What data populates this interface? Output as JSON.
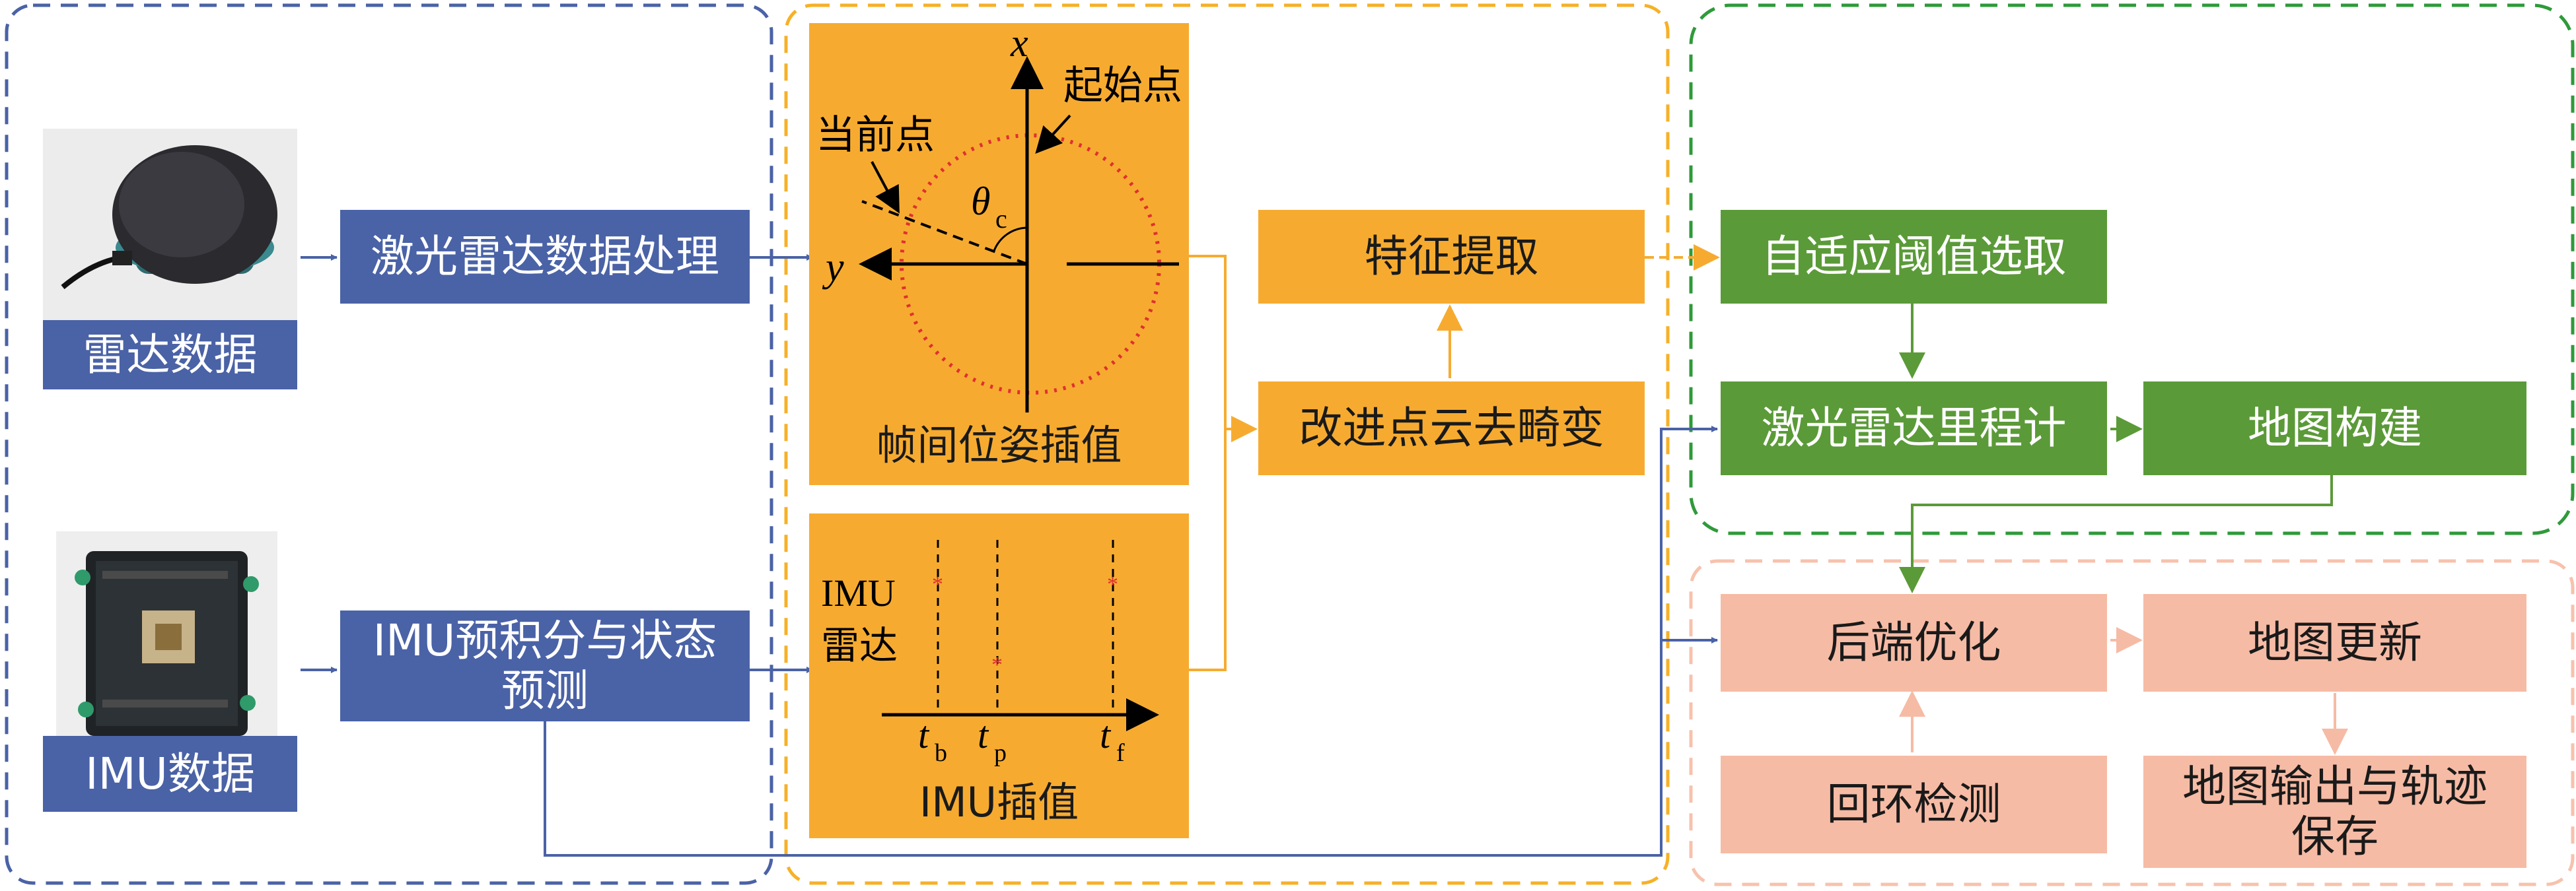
{
  "nodes": {
    "radar_data": "雷达数据",
    "imu_data": "IMU数据",
    "lidar_proc": "激光雷达数据处理",
    "imu_preint_line1": "IMU预积分与状态",
    "imu_preint_line2": "预测",
    "interframe_interp": "帧间位姿插值",
    "imu_interp": "IMU插值",
    "feature_extract": "特征提取",
    "undistort": "改进点云去畸变",
    "adaptive_threshold": "自适应阈值选取",
    "lidar_odometry": "激光雷达里程计",
    "map_build": "地图构建",
    "backend_opt": "后端优化",
    "map_update": "地图更新",
    "loop_detect": "回环检测",
    "map_output_line1": "地图输出与轨迹",
    "map_output_line2": "保存"
  },
  "pose_diagram": {
    "axis_x": "x",
    "axis_y": "y",
    "start_point": "起始点",
    "current_point": "当前点",
    "angle_symbol": "θ",
    "angle_subscript": "c"
  },
  "imu_diagram": {
    "row_imu": "IMU",
    "row_radar": "雷达",
    "t_b": "t",
    "t_b_sub": "b",
    "t_p": "t",
    "t_p_sub": "p",
    "t_f": "t",
    "t_f_sub": "f"
  },
  "colors": {
    "blue": "#4a62a6",
    "orange": "#f6ab30",
    "green": "#5b9a38",
    "pink": "#f6bba5",
    "dash_blue": "#4a62a6",
    "dash_orange": "#f6b128",
    "dash_green": "#2f9a3a",
    "dash_pink": "#f7c2ad"
  }
}
